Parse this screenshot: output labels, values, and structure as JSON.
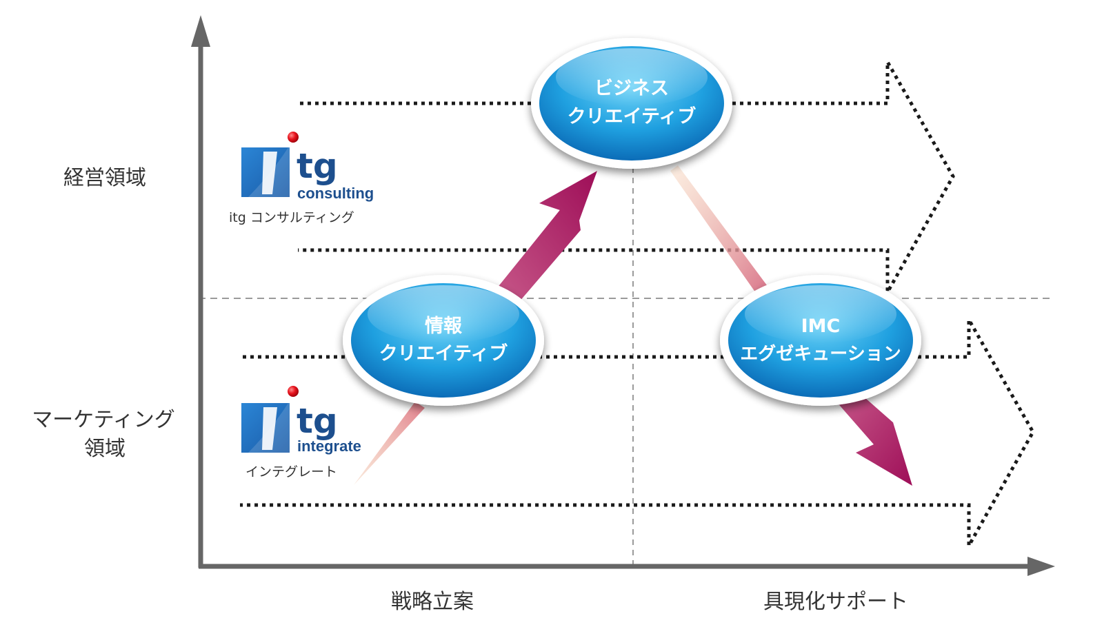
{
  "axes": {
    "y_labels": {
      "management": "経営領域",
      "marketing_line1": "マーケティング",
      "marketing_line2": "領域"
    },
    "x_labels": {
      "strategy": "戦略立案",
      "support": "具現化サポート"
    }
  },
  "nodes": {
    "business": {
      "line1": "ビジネス",
      "line2": "クリエイティブ"
    },
    "info": {
      "line1": "情報",
      "line2": "クリエイティブ"
    },
    "imc": {
      "line1": "IMC",
      "line2": "エグゼキューション"
    }
  },
  "logos": {
    "consulting": {
      "mark": "tg",
      "sub": "consulting",
      "caption": "itg コンサルティング"
    },
    "integrate": {
      "mark": "tg",
      "sub": "integrate",
      "caption": "インテグレート"
    }
  },
  "colors": {
    "axis": "#666666",
    "dotted": "#1a1a1a",
    "dashed": "#999999",
    "arrow_magenta": "#a5155f",
    "arrow_pink": "#e8a0a0",
    "ellipse_light": "#5cc9f2",
    "ellipse_dark": "#0a6fba",
    "logo_blue": "#1d4f8e",
    "logo_dot": "#e8141e"
  }
}
